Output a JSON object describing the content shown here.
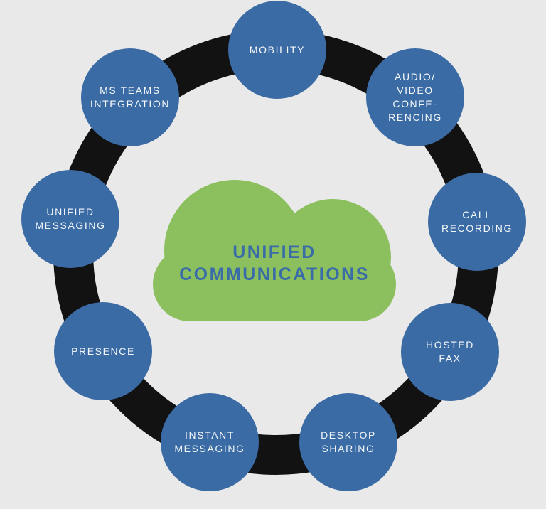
{
  "center": {
    "line1": "UNIFIED",
    "line2": "COMMUNICATIONS"
  },
  "nodes": [
    {
      "id": "mobility",
      "label": "MOBILITY",
      "lines": [
        "MOBILITY"
      ]
    },
    {
      "id": "audio-video-conferencing",
      "label": "AUDIO/VIDEO CONFERENCING",
      "lines": [
        "AUDIO/",
        "VIDEO",
        "CONFE-",
        "RENCING"
      ]
    },
    {
      "id": "call-recording",
      "label": "CALL RECORDING",
      "lines": [
        "CALL",
        "RECORDING"
      ]
    },
    {
      "id": "hosted-fax",
      "label": "HOSTED FAX",
      "lines": [
        "HOSTED",
        "FAX"
      ]
    },
    {
      "id": "desktop-sharing",
      "label": "DESKTOP SHARING",
      "lines": [
        "DESKTOP",
        "SHARING"
      ]
    },
    {
      "id": "instant-messaging",
      "label": "INSTANT MESSAGING",
      "lines": [
        "INSTANT",
        "MESSAGING"
      ]
    },
    {
      "id": "presence",
      "label": "PRESENCE",
      "lines": [
        "PRESENCE"
      ]
    },
    {
      "id": "unified-messaging",
      "label": "UNIFIED MESSAGING",
      "lines": [
        "UNIFIED",
        "MESSAGING"
      ]
    },
    {
      "id": "ms-teams-integration",
      "label": "MS TEAMS INTEGRATION",
      "lines": [
        "MS TEAMS",
        "INTEGRATION"
      ]
    }
  ],
  "colors": {
    "background": "#E9E9E9",
    "node-blue": "#3B6BA5",
    "ring-black": "#121212",
    "cloud-green": "#8CC05E",
    "center-text-blue": "#3A6CA8",
    "node-text": "#F5F8FA"
  }
}
